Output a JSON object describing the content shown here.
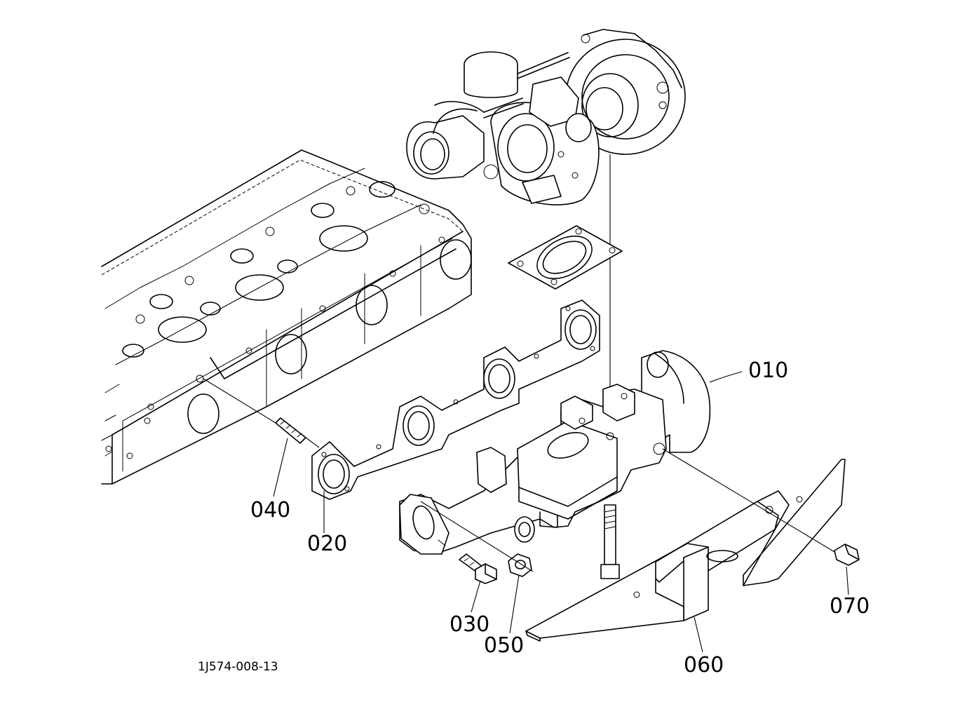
{
  "diagram": {
    "drawing_number": "1J574-008-13",
    "callouts": [
      {
        "id": "010",
        "label": "010"
      },
      {
        "id": "020",
        "label": "020"
      },
      {
        "id": "030",
        "label": "030"
      },
      {
        "id": "040",
        "label": "040"
      },
      {
        "id": "050",
        "label": "050"
      },
      {
        "id": "060",
        "label": "060"
      },
      {
        "id": "070",
        "label": "070"
      }
    ]
  }
}
